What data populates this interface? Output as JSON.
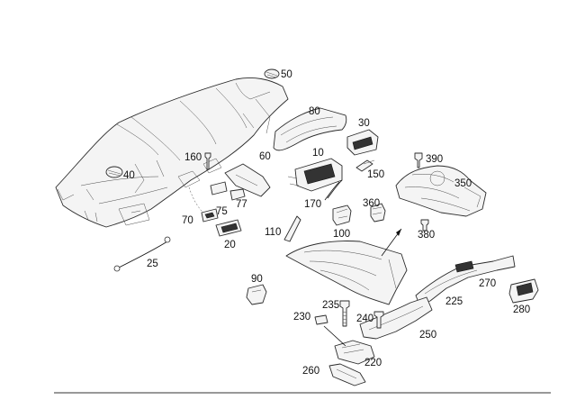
{
  "callouts": [
    {
      "label": "50"
    },
    {
      "label": "80"
    },
    {
      "label": "30"
    },
    {
      "label": "10"
    },
    {
      "label": "390"
    },
    {
      "label": "160"
    },
    {
      "label": "60"
    },
    {
      "label": "150"
    },
    {
      "label": "350"
    },
    {
      "label": "40"
    },
    {
      "label": "75"
    },
    {
      "label": "77"
    },
    {
      "label": "170"
    },
    {
      "label": "360"
    },
    {
      "label": "70"
    },
    {
      "label": "100"
    },
    {
      "label": "110"
    },
    {
      "label": "380"
    },
    {
      "label": "20"
    },
    {
      "label": "25"
    },
    {
      "label": "270"
    },
    {
      "label": "90"
    },
    {
      "label": "225"
    },
    {
      "label": "235"
    },
    {
      "label": "280"
    },
    {
      "label": "230"
    },
    {
      "label": "240"
    },
    {
      "label": "250"
    },
    {
      "label": "220"
    },
    {
      "label": "260"
    }
  ]
}
